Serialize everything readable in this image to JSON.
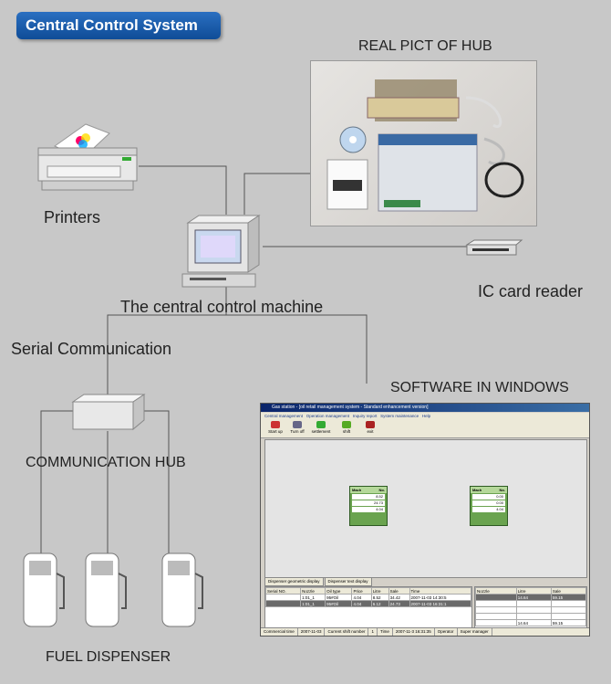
{
  "title": "Central Control System",
  "labels": {
    "real_pict": "REAL PICT OF HUB",
    "printers": "Printers",
    "central_machine": "The central control machine",
    "ic_card_reader": "IC card reader",
    "serial_comm": "Serial Communication",
    "software": "SOFTWARE IN WINDOWS",
    "comm_hub": "COMMUNICATION HUB",
    "fuel_dispenser": "FUEL DISPENSER"
  },
  "software": {
    "window_title": "Gas station - [oil retail management system - Standard enhancement version]",
    "menu": [
      "Central management",
      "Operation management",
      "Inquiry report",
      "System maintenance",
      "Help"
    ],
    "toolbar": [
      "Start up",
      "Turn off",
      "settlement",
      "shift",
      "exit"
    ],
    "pumps": [
      {
        "head": "Mach",
        "nozzle": "No.",
        "rows": [
          "8.52",
          "24.73",
          "4.04"
        ]
      },
      {
        "head": "Mach",
        "nozzle": "No.",
        "rows": [
          "0.00",
          "0.00",
          "4.04"
        ]
      }
    ],
    "tabs": [
      "Dispenser geometric display",
      "Dispenser text display"
    ],
    "left_table": {
      "headers": [
        "Serial NO.",
        "Nozzle",
        "Oil type",
        "Price",
        "Litre",
        "Sale",
        "Time"
      ],
      "rows": [
        [
          "",
          "1:01_1",
          "95#Oil",
          "4.04",
          "8.52",
          "34.42",
          "2007-11-03 14:30:5"
        ],
        [
          "",
          "1:01_1",
          "95#Oil",
          "4.04",
          "6.12",
          "24.73",
          "2007-11-03 16:31:1"
        ]
      ]
    },
    "right_table": {
      "headers": [
        "Nozzle",
        "Litre",
        "Sale"
      ],
      "rows": [
        [
          "",
          "14.64",
          "59.15"
        ]
      ],
      "total": [
        "",
        "14.64",
        "59.15"
      ]
    },
    "status": [
      "Commercial time",
      "2007-11-03",
      "Current shift number",
      "1",
      "Time",
      "2007-11-3 16:31:35",
      "Operator",
      "Super manager"
    ]
  },
  "colors": {
    "title_bg": "#1a5aa8",
    "background": "#c8c8c8",
    "pump_green": "#6aa34f"
  }
}
